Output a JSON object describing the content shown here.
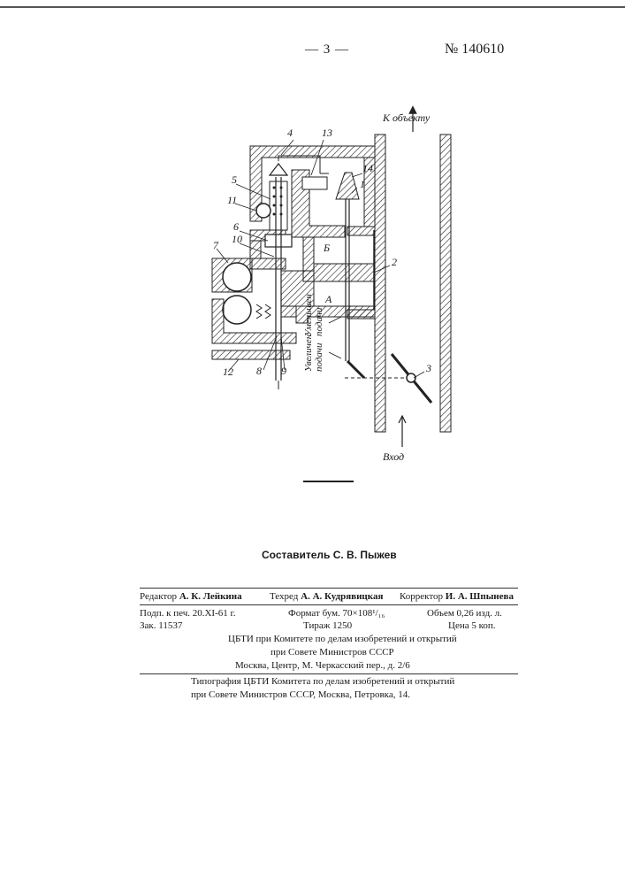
{
  "header": {
    "page_number": "— 3 —",
    "patent_number": "№ 140610"
  },
  "drawing": {
    "labels": {
      "l1": "1",
      "l2": "2",
      "l3": "3",
      "l4": "4",
      "l5": "5",
      "l6": "6",
      "l7": "7",
      "l8": "8",
      "l9": "9",
      "l10": "10",
      "l11": "11",
      "l12": "12",
      "l13": "13",
      "l14": "14",
      "chamber_a": "А",
      "chamber_b": "Б",
      "to_object": "К объекту",
      "inlet": "Вход",
      "decrease_line1": "Уменьшен",
      "decrease_line2": "подачи",
      "increase_line1": "Увеличен",
      "increase_line2": "подачи"
    }
  },
  "footer": {
    "compiler": "Составитель С. В. Пыжев",
    "editor_label": "Редактор",
    "editor_name": "А. К. Лейкина",
    "techred_label": "Техред",
    "techred_name": "А. А. Кудрявицкая",
    "corrector_label": "Корректор",
    "corrector_name": "И. А. Шпынева",
    "signed": "Подп. к печ. 20.XI-61 г.",
    "format": "Формат бум. 70×108¹/₁₆",
    "volume": "Объем 0,26 изд. л.",
    "order": "Зак. 11537",
    "print_run": "Тираж 1250",
    "price": "Цена 5 коп.",
    "org_line1": "ЦБТИ при Комитете по делам изобретений и открытий",
    "org_line2": "при Совете Министров СССР",
    "org_line3": "Москва, Центр, М. Черкасский пер., д. 2/6",
    "printer_line1": "Типография ЦБТИ Комитета по делам изобретений и открытий",
    "printer_line2": "при Совете Министров СССР, Москва, Петровка, 14."
  }
}
